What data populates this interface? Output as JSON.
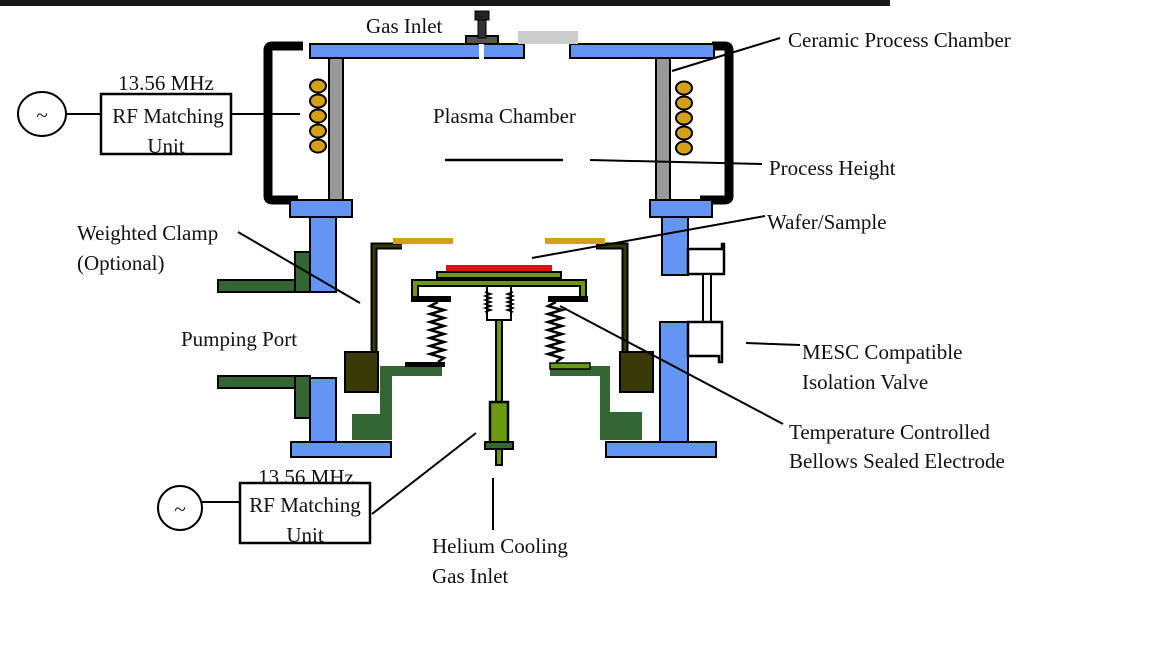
{
  "title": "Plasma etch chamber schematic",
  "labels": {
    "gas_inlet": "Gas Inlet",
    "ceramic_process_chamber": "Ceramic Process Chamber",
    "plasma_chamber": "Plasma Chamber",
    "process_height": "Process Height",
    "wafer_sample": "Wafer/Sample",
    "weighted_clamp_line1": "Weighted Clamp",
    "weighted_clamp_line2": "(Optional)",
    "pumping_port": "Pumping Port",
    "mesc_line1": "MESC Compatible",
    "mesc_line2": "Isolation Valve",
    "electrode_line1": "Temperature Controlled",
    "electrode_line2": "Bellows Sealed Electrode",
    "helium_line1": "Helium Cooling",
    "helium_line2": "Gas Inlet"
  },
  "rf_top": {
    "frequency": "13.56 MHz",
    "unit_line1": "RF Matching",
    "unit_line2": "Unit",
    "source_symbol": "~"
  },
  "rf_bottom": {
    "frequency": "13.56 MHz",
    "unit_line1": "RF Matching",
    "unit_line2": "Unit",
    "source_symbol": "~"
  },
  "colors": {
    "flange_blue": "#6495f5",
    "coil_gold": "#d4a017",
    "clamp_gold": "#d4a017",
    "wafer_red": "#dd1111",
    "electrode_green": "#6b9a10",
    "body_green": "#336633",
    "weight_olive": "#3a3a08",
    "ceramic_gray": "#999999",
    "viewport_gray": "#cccccc"
  }
}
